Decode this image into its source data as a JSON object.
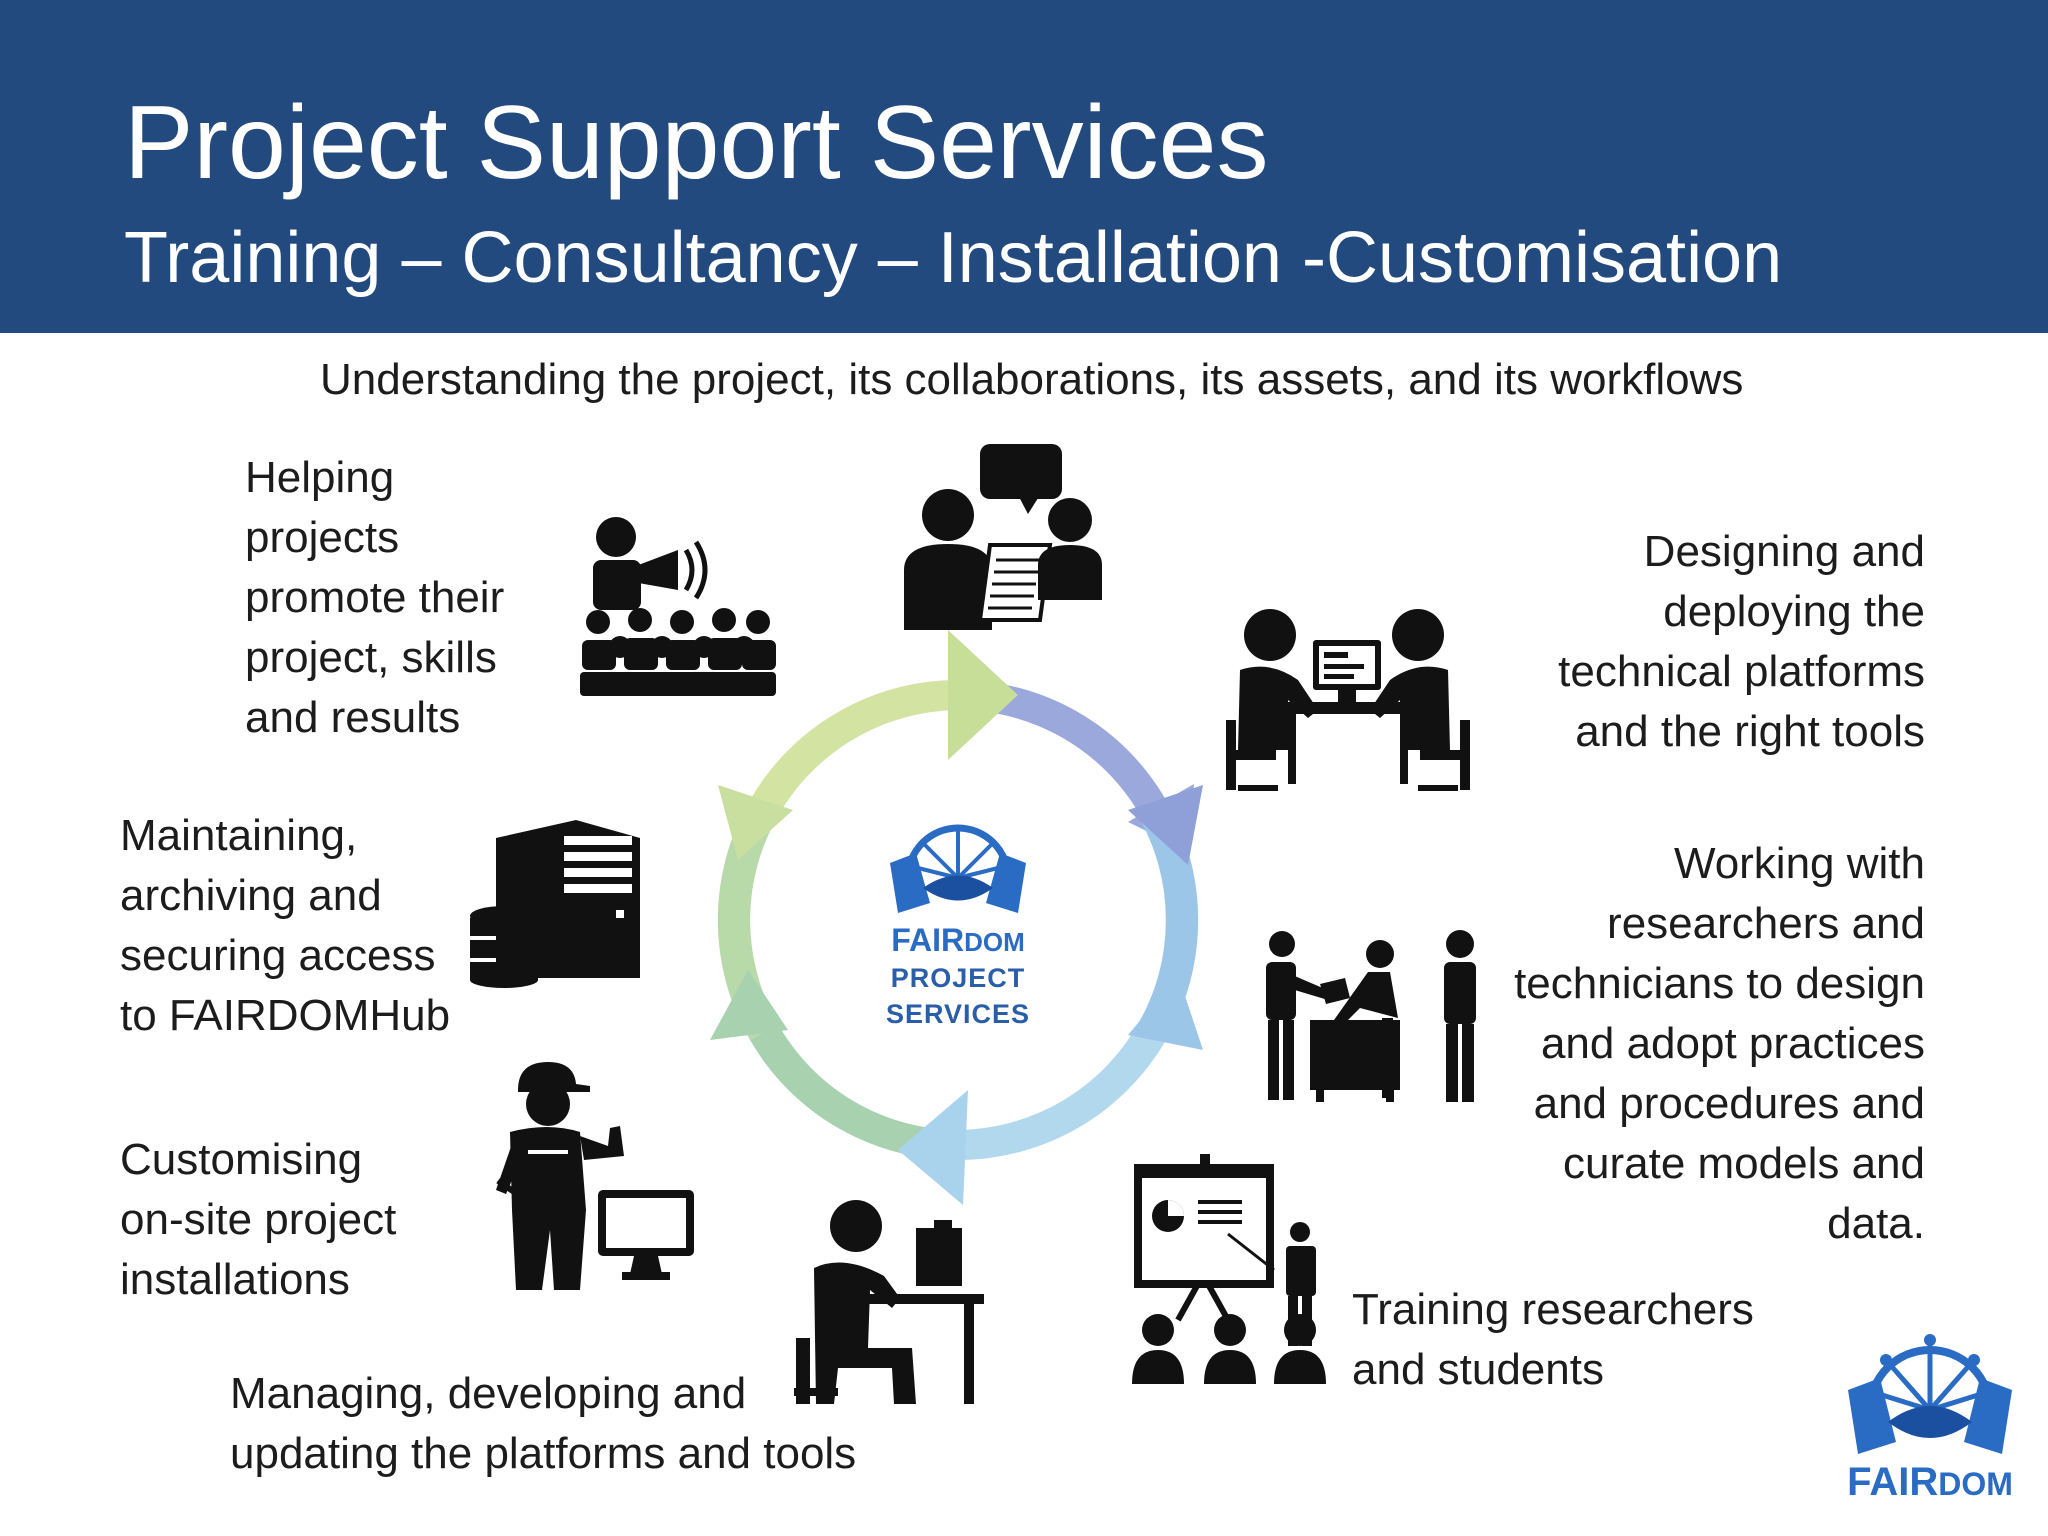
{
  "header": {
    "title": "Project Support Services",
    "subtitle": "Training – Consultancy – Installation -Customisation"
  },
  "captions": {
    "top": "Understanding the project, its collaborations, its assets, and its workflows",
    "promote": "Helping\nprojects\npromote their\nproject, skills\nand results",
    "design": "Designing and\ndeploying the\ntechnical platforms\nand the right tools",
    "maintain": "Maintaining,\narchiving and\nsecuring access\nto FAIRDOMHub",
    "work": "Working with\nresearchers and\ntechnicians to design\nand adopt practices\nand procedures and\ncurate models and\ndata.",
    "customise": "Customising\non-site project\ninstallations",
    "training": "Training researchers\nand students",
    "managing": "Managing, developing  and\nupdating the platforms and tools"
  },
  "center": {
    "logo_fair": "FAIR",
    "logo_dom": "DOM",
    "line2": "PROJECT",
    "line3": "SERVICES"
  },
  "corner_logo": {
    "fair": "FAIR",
    "dom": "DOM"
  },
  "colors": {
    "header_bg": "#234a7e",
    "logo_blue": "#2a6cc4",
    "cycle": [
      "#cfe0a0",
      "#8f9fd8",
      "#9cc6e8",
      "#a9d3ec",
      "#a8d1b0",
      "#c8dfa0"
    ]
  },
  "icons": [
    "speaker-audience-icon",
    "conversation-icon",
    "meeting-computer-icon",
    "server-database-icon",
    "voting-team-icon",
    "technician-icon",
    "monitor-icon",
    "computer-worker-icon",
    "presentation-icon",
    "handshake-logo-icon"
  ]
}
